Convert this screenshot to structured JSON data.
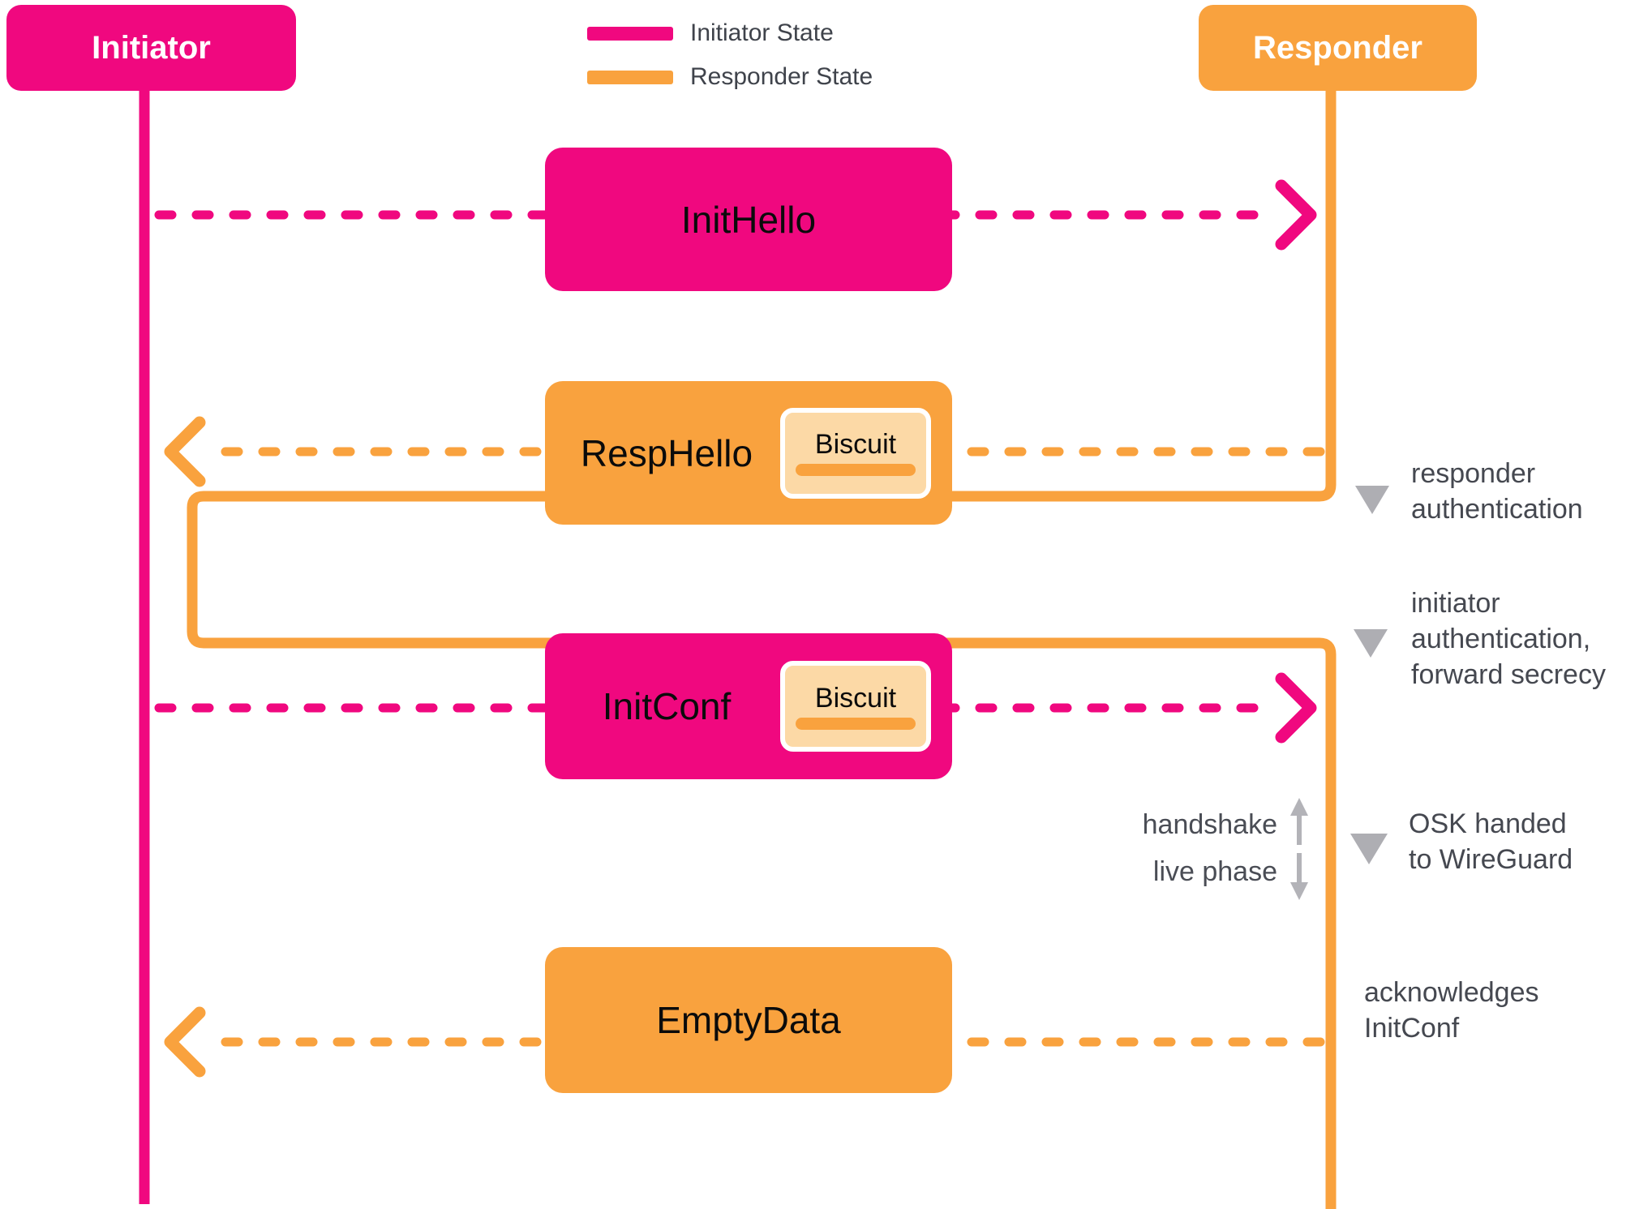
{
  "actors": {
    "initiator": "Initiator",
    "responder": "Responder"
  },
  "legend": {
    "initiator_label": "Initiator State",
    "responder_label": "Responder State"
  },
  "messages": [
    {
      "label": "InitHello",
      "direction": "initiator-to-responder",
      "state_color": "pink"
    },
    {
      "label": "RespHello",
      "direction": "responder-to-initiator",
      "state_color": "orange",
      "biscuit": "Biscuit"
    },
    {
      "label": "InitConf",
      "direction": "initiator-to-responder",
      "state_color": "pink",
      "biscuit": "Biscuit"
    },
    {
      "label": "EmptyData",
      "direction": "responder-to-initiator",
      "state_color": "orange"
    }
  ],
  "annotations": {
    "responder_auth": {
      "line1": "responder",
      "line2": "authentication"
    },
    "initiator_auth": {
      "line1": "initiator",
      "line2": "authentication,",
      "line3": "forward secrecy"
    },
    "phase": {
      "line1": "handshake",
      "line2": "live phase"
    },
    "osk": {
      "line1": "OSK handed",
      "line2": "to WireGuard"
    },
    "ack": {
      "line1": "acknowledges",
      "line2": "InitConf"
    }
  },
  "colors": {
    "initiator_pink": "#F0087F",
    "responder_orange": "#F9A23E",
    "biscuit_fill": "#FCD9A6",
    "annotation_text": "#454850",
    "marker_gray": "#AEAEB3"
  }
}
